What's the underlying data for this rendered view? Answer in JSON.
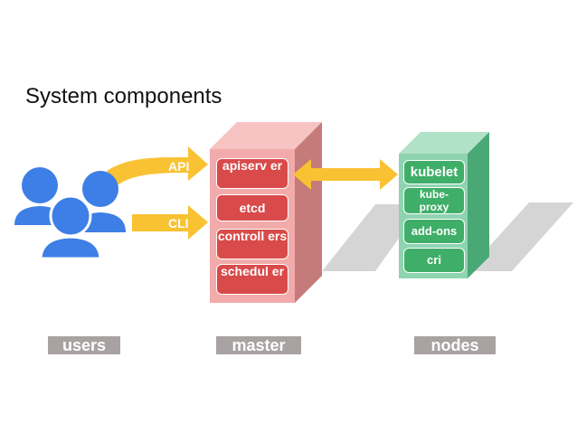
{
  "title": "System components",
  "colors": {
    "users": "#3d7fe6",
    "arrow": "#f9c232",
    "master_front": "#f3aaaa",
    "master_side": "#c47b79",
    "master_top": "#f7c3c3",
    "master_item": "#d94a4a",
    "node_front": "#8fd4b1",
    "node_side": "#4aa876",
    "node_top": "#b1e2c8",
    "node_item": "#3fae68",
    "shadow": "#d5d5d5",
    "caption_bg": "#a8a2a2"
  },
  "arrows": {
    "api_label": "API",
    "cli_label": "CLI"
  },
  "master": {
    "label": "master",
    "components": [
      "apiserv er",
      "etcd",
      "controll ers",
      "schedul er"
    ]
  },
  "nodes": {
    "label": "nodes",
    "components": [
      "kubelet",
      "kube- proxy",
      "add-ons",
      "cri"
    ]
  },
  "users": {
    "label": "users",
    "icon": "users-group-icon"
  }
}
